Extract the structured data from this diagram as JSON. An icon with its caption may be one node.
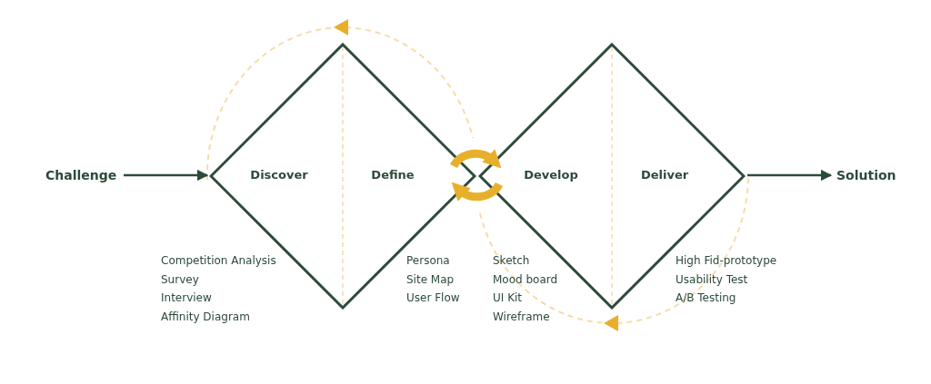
{
  "diagram": {
    "nodes": [
      {
        "text": [
          "Challenge"
        ]
      },
      {
        "text": [
          "Discover",
          "Define"
        ]
      },
      {
        "text": [
          "Develop",
          "Deliver"
        ]
      },
      {
        "text": [
          "Solution"
        ]
      }
    ],
    "edges": [
      {
        "from": 0,
        "to": 1,
        "arrow": "to"
      },
      {
        "from": 2,
        "to": 3,
        "arrow": "to"
      },
      {
        "from": 1,
        "to": 2,
        "arrow": "to",
        "style": "thick",
        "color": "#e8b02a"
      },
      {
        "from": 2,
        "to": 1,
        "arrow": "to",
        "style": "thick",
        "color": "#e8b02a"
      }
    ],
    "labels": [
      "Competition Analysis",
      "Survey",
      "Interview",
      "Affinity Diagram",
      "Persona",
      "Site Map",
      "User Flow",
      "Sketch",
      "Mood board",
      "UI Kit",
      "Wireframe",
      "High Fid-prototype",
      "Usability Test",
      "A/B Testing"
    ]
  }
}
